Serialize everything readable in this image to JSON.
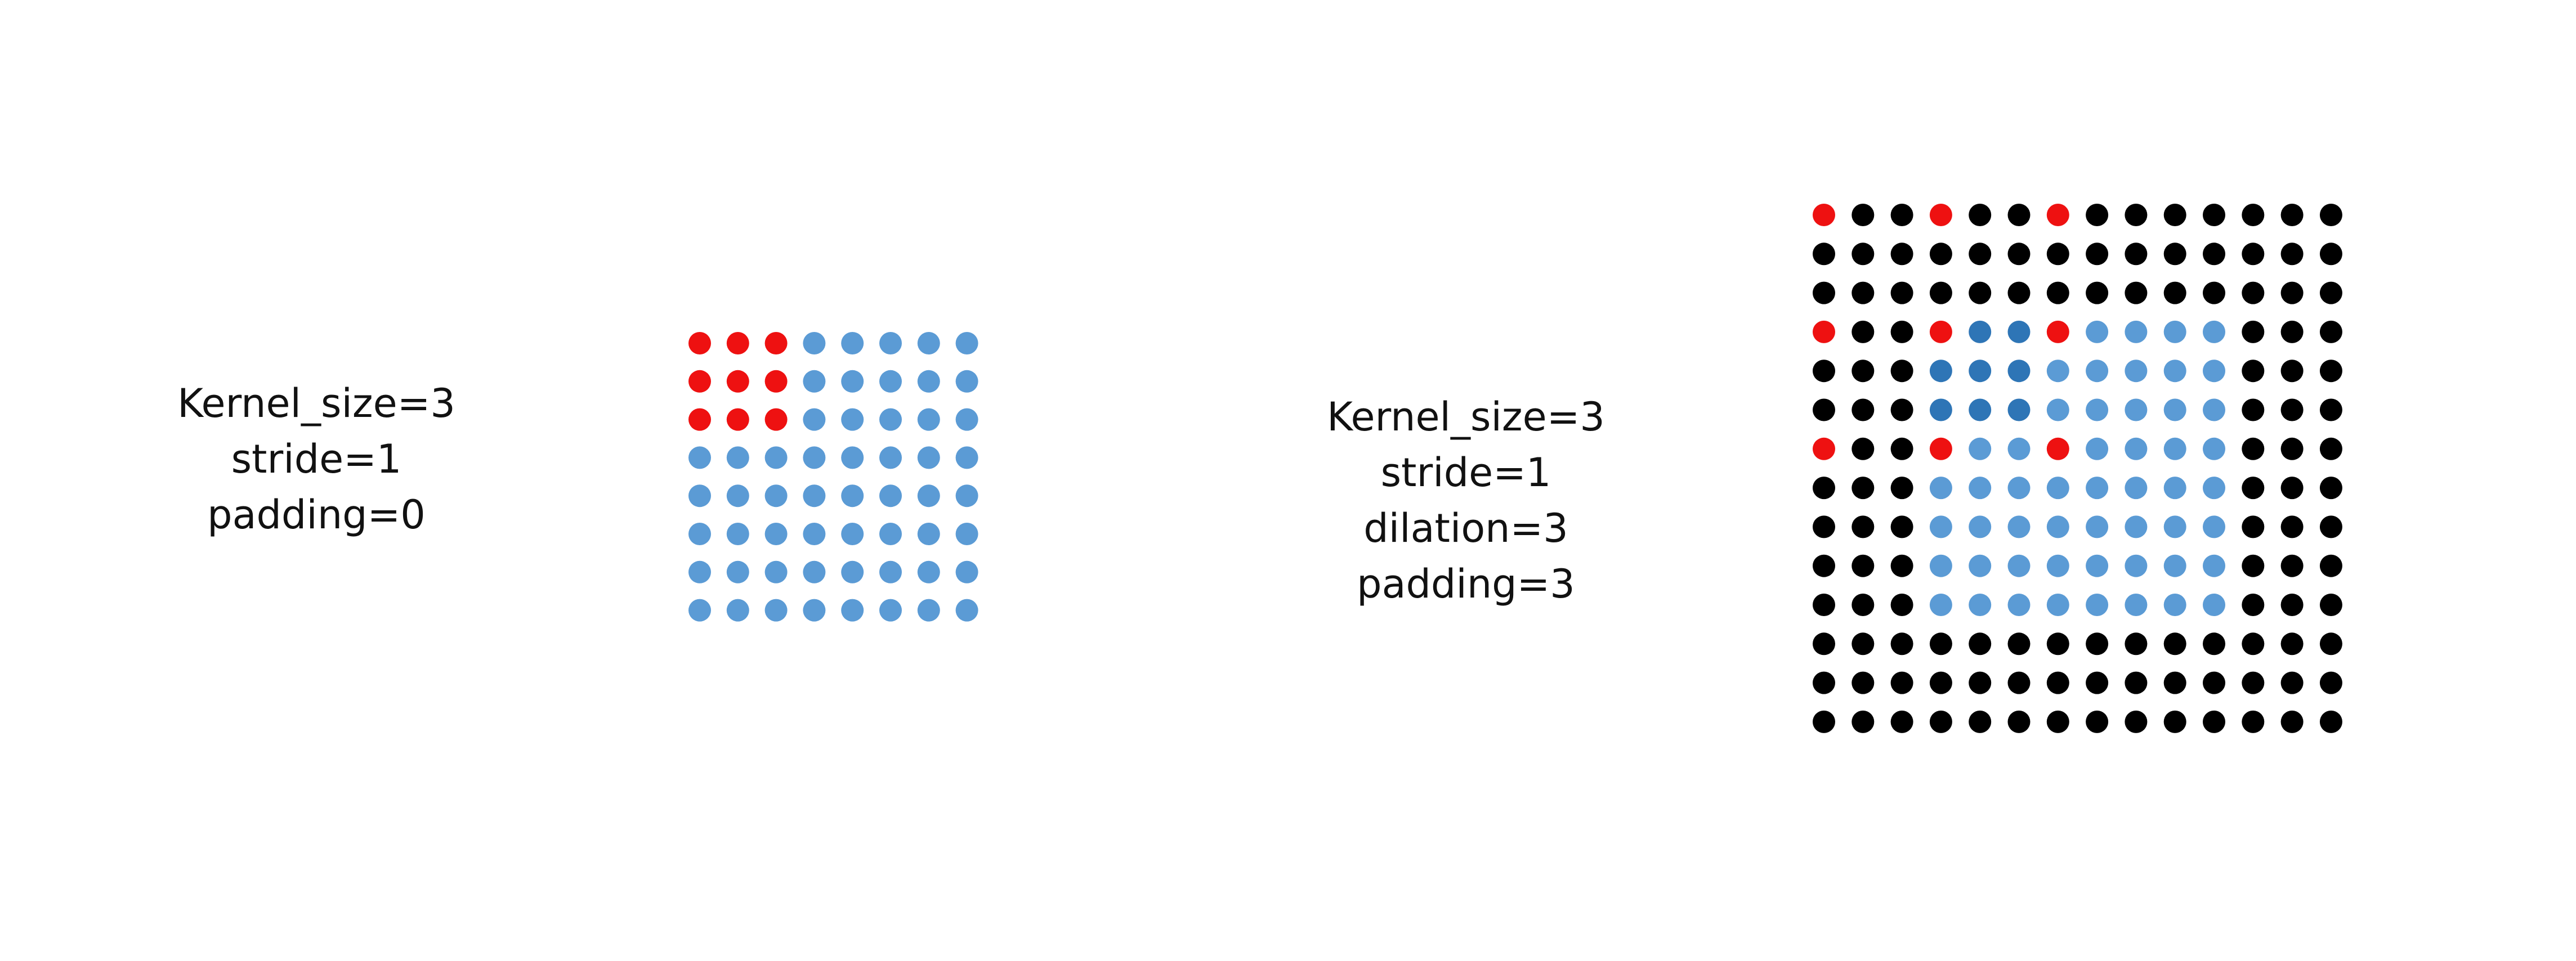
{
  "panels": [
    {
      "labels": [
        "Kernel_size=3",
        "stride=1",
        "padding=0"
      ],
      "grid": {
        "rows": 8,
        "cols": 8
      },
      "kernel_cells": [
        [
          0,
          0
        ],
        [
          0,
          1
        ],
        [
          0,
          2
        ],
        [
          1,
          0
        ],
        [
          1,
          1
        ],
        [
          1,
          2
        ],
        [
          2,
          0
        ],
        [
          2,
          1
        ],
        [
          2,
          2
        ]
      ]
    },
    {
      "labels": [
        "Kernel_size=3",
        "stride=1",
        "dilation=3",
        "padding=3"
      ],
      "grid": {
        "rows": 14,
        "cols": 14,
        "padding": 3
      },
      "kernel_cells": [
        [
          0,
          0
        ],
        [
          0,
          3
        ],
        [
          0,
          6
        ],
        [
          3,
          0
        ],
        [
          3,
          3
        ],
        [
          3,
          6
        ],
        [
          6,
          0
        ],
        [
          6,
          3
        ],
        [
          6,
          6
        ]
      ],
      "highlight_cells": [
        [
          3,
          4
        ],
        [
          3,
          5
        ],
        [
          4,
          3
        ],
        [
          4,
          4
        ],
        [
          4,
          5
        ],
        [
          5,
          3
        ],
        [
          5,
          4
        ],
        [
          5,
          5
        ]
      ]
    }
  ],
  "colors": {
    "input": "#5b9bd5",
    "padding": "#000000",
    "kernel": "#ee1111",
    "highlight": "#2e75b6"
  }
}
